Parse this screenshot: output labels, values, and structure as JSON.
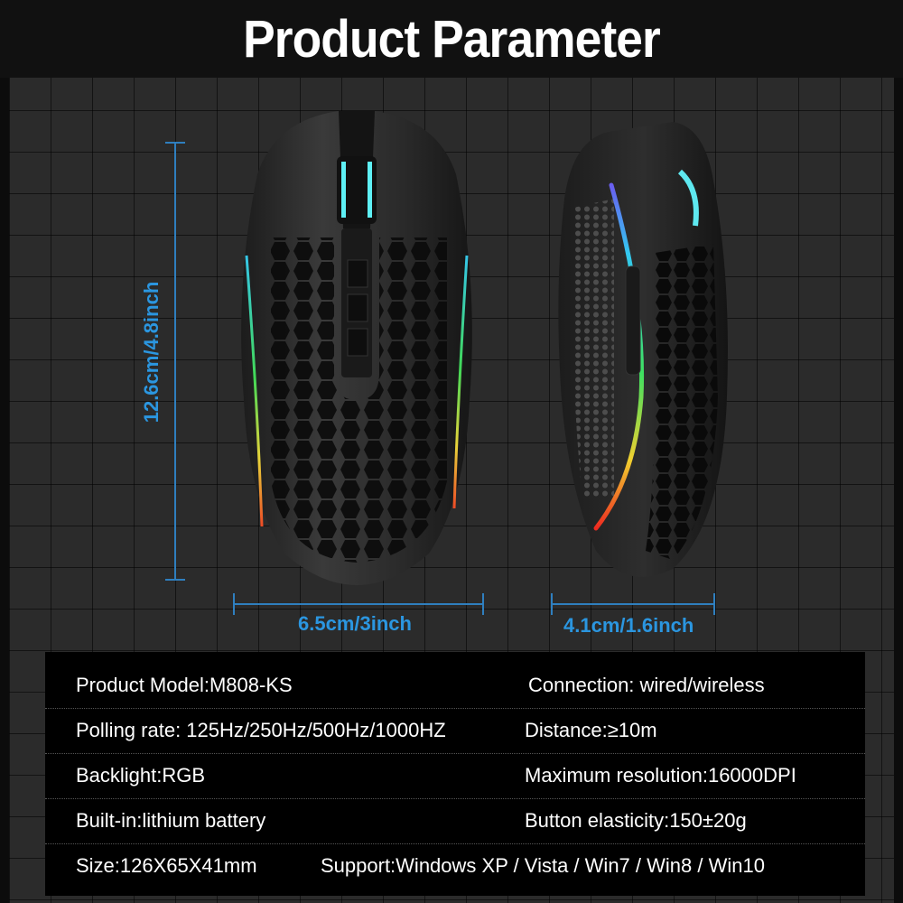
{
  "header": {
    "title": "Product Parameter"
  },
  "dimensions": {
    "length": "12.6cm/4.8inch",
    "width": "6.5cm/3inch",
    "height": "4.1cm/1.6inch"
  },
  "colors": {
    "dimension_line": "#2f7fbf",
    "dimension_text": "#2b96e0",
    "background": "#2b2b2b",
    "table_background": "#000000",
    "text": "#ffffff"
  },
  "images": {
    "top_view": "mouse-top-view",
    "side_view": "mouse-side-view"
  },
  "specs": [
    {
      "left": "Product Model:M808-KS",
      "right": "Connection: wired/wireless"
    },
    {
      "left": "Polling rate: 125Hz/250Hz/500Hz/1000HZ",
      "right": "Distance:≥10m"
    },
    {
      "left": "Backlight:RGB",
      "right": "Maximum resolution:16000DPI"
    },
    {
      "left": "Built-in:lithium battery",
      "right": "Button elasticity:150±20g"
    },
    {
      "left": "Size:126X65X41mm",
      "right": "Support:Windows XP / Vista / Win7 / Win8 / Win10"
    }
  ]
}
